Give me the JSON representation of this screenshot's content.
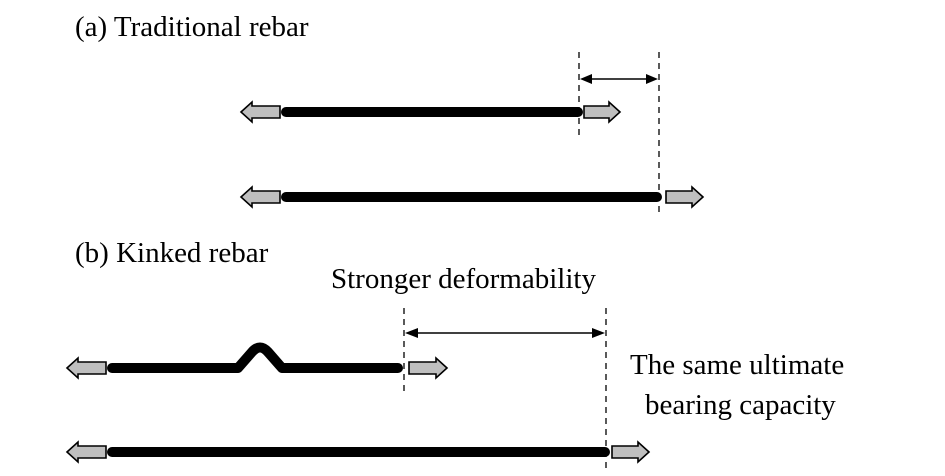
{
  "panel_a": {
    "label": "(a) Traditional rebar"
  },
  "panel_b": {
    "label": "(b) Kinked rebar",
    "deformability_label": "Stronger deformability",
    "capacity_label_line1": "The same ultimate",
    "capacity_label_line2": "bearing capacity"
  },
  "colors": {
    "rebar": "#000000",
    "arrow_fill": "#bfbfbf",
    "arrow_stroke": "#000000",
    "background": "#ffffff"
  }
}
